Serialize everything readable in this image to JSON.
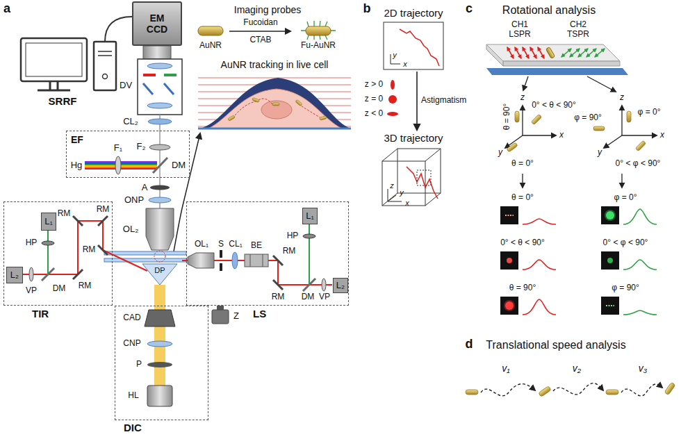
{
  "diagram": {
    "nodes": [
      {
        "text": [
          "EM CCD"
        ]
      },
      {
        "text": [
          "DV"
        ]
      },
      {
        "text": [
          "EF"
        ]
      },
      {
        "text": [
          "TIR"
        ]
      },
      {
        "text": [
          "L₁"
        ],
        "in": 3
      },
      {
        "text": [
          "L₂"
        ],
        "in": 3
      },
      {
        "text": [
          "LS"
        ]
      },
      {
        "text": [
          "L₁"
        ],
        "in": 6
      },
      {
        "text": [
          "L₂"
        ],
        "in": 6
      },
      {
        "text": [
          "DIC"
        ]
      },
      {
        "text": [
          "2D trajectory"
        ]
      },
      {
        "text": [
          "3D trajectory"
        ]
      }
    ],
    "edges": [
      {
        "from": 10,
        "to": 11,
        "arrow": "to",
        "label": "Astigmatism"
      }
    ],
    "labels": [
      "a",
      "SRRF",
      "Imaging probes",
      "AuNR",
      "Fucoidan",
      "CTAB",
      "Fu-AuNR",
      "CL₂",
      "F₂",
      "Hg",
      "F₁",
      "DM",
      "A",
      "ONP",
      "OL₂",
      "AuNR tracking in live cell",
      "RM",
      "RM",
      "HP",
      "RM",
      "DM",
      "RM",
      "VP",
      "DP",
      "OL₁",
      "S",
      "CL₁",
      "BE",
      "RM",
      "HP",
      "DM",
      "RM",
      "VP",
      "Z",
      "CAD",
      "CNP",
      "P",
      "HL",
      "b",
      "y",
      "x",
      "z > 0",
      "z = 0",
      "z < 0",
      "z",
      "y",
      "x",
      "c",
      "Rotational analysis",
      "CH1",
      "LSPR",
      "CH2",
      "TSPR",
      "z",
      "x",
      "y",
      "θ = 90°",
      "0° < θ < 90°",
      "θ = 0°",
      "z",
      "x",
      "y",
      "φ = 0°",
      "φ = 90°",
      "0° < φ < 90°",
      "θ = 0°",
      "0° < θ < 90°",
      "θ = 90°",
      "φ = 0°",
      "0° < φ < 90°",
      "φ = 90°",
      "d",
      "Translational speed analysis",
      "v₁",
      "v₂",
      "v₃"
    ]
  }
}
